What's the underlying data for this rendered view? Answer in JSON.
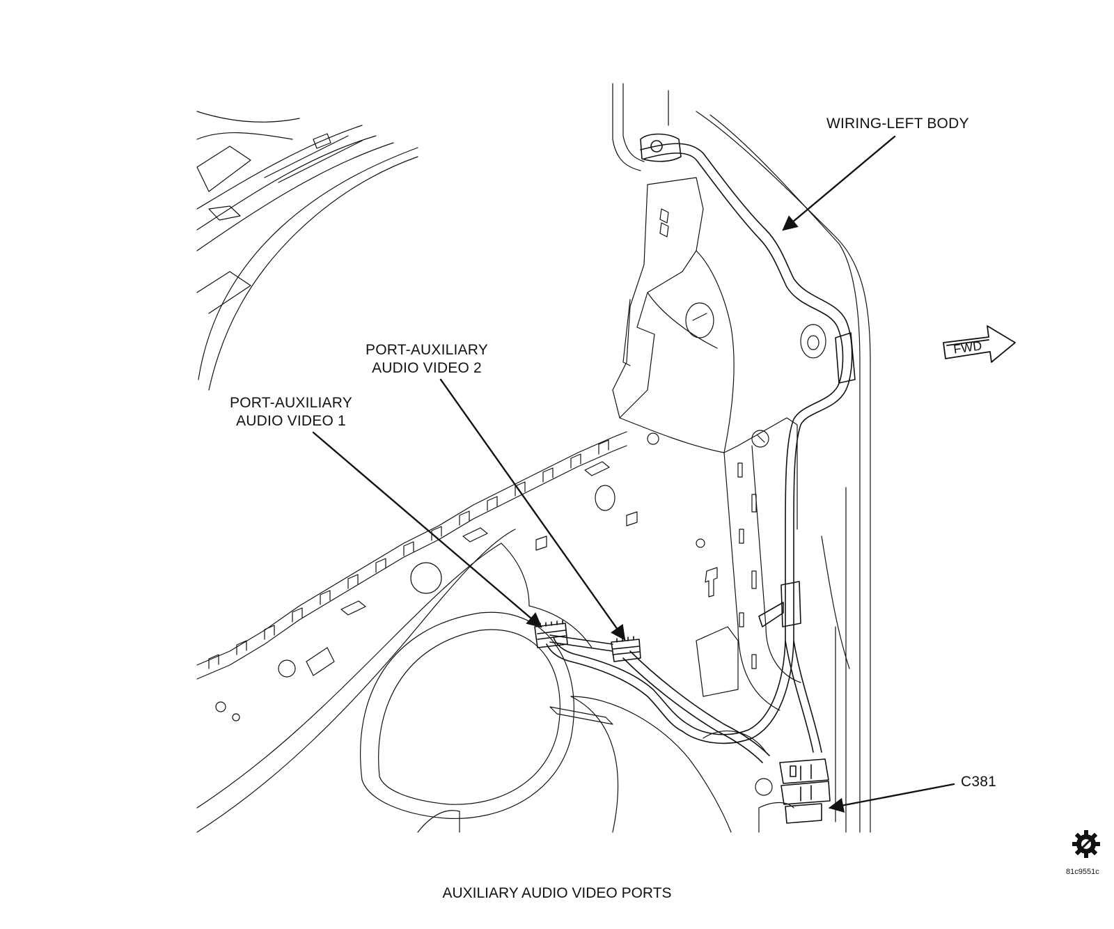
{
  "labels": {
    "wiring_left_body": "WIRING-LEFT BODY",
    "port_aux_av2_line1": "PORT-AUXILIARY",
    "port_aux_av2_line2": "AUDIO VIDEO 2",
    "port_aux_av1_line1": "PORT-AUXILIARY",
    "port_aux_av1_line2": "AUDIO VIDEO 1",
    "c381": "C381",
    "fwd": "FWD"
  },
  "caption": "AUXILIARY AUDIO VIDEO PORTS",
  "figure_code": "81c9551c",
  "icons": {
    "logo": "gear-logo-icon",
    "direction": "forward-arrow-icon"
  },
  "colors": {
    "line": "#111111",
    "background": "#ffffff"
  }
}
